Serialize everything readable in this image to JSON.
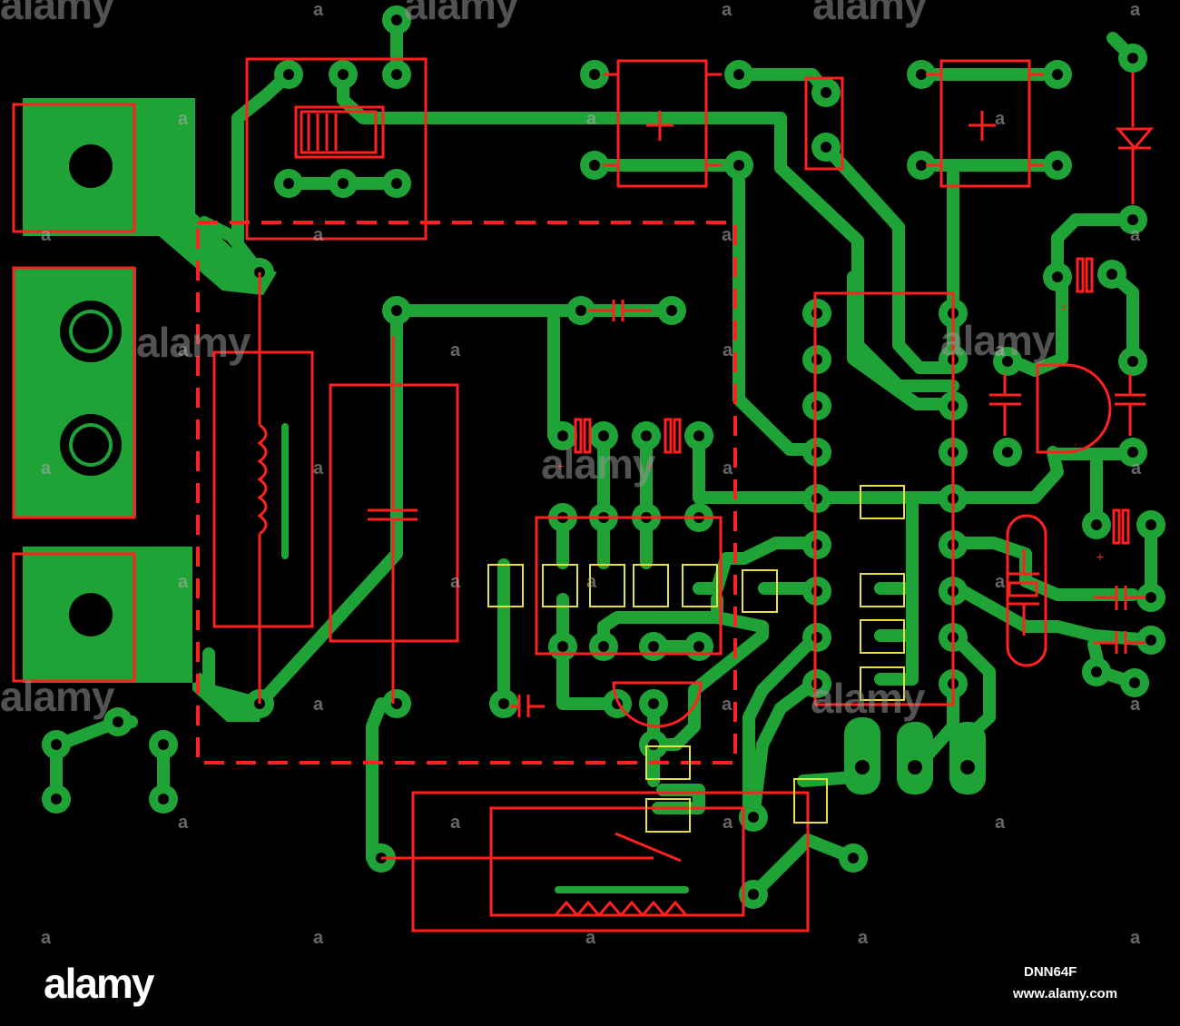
{
  "watermark": {
    "text": "alamy",
    "glyph": "a"
  },
  "footer": {
    "logo": "alamy",
    "image_id": "DNN64F",
    "url": "www.alamy.com"
  },
  "colors": {
    "background": "#000000",
    "copper": "#1fa336",
    "silkscreen": "#ff2020",
    "smd_pad": "#e6e040"
  }
}
